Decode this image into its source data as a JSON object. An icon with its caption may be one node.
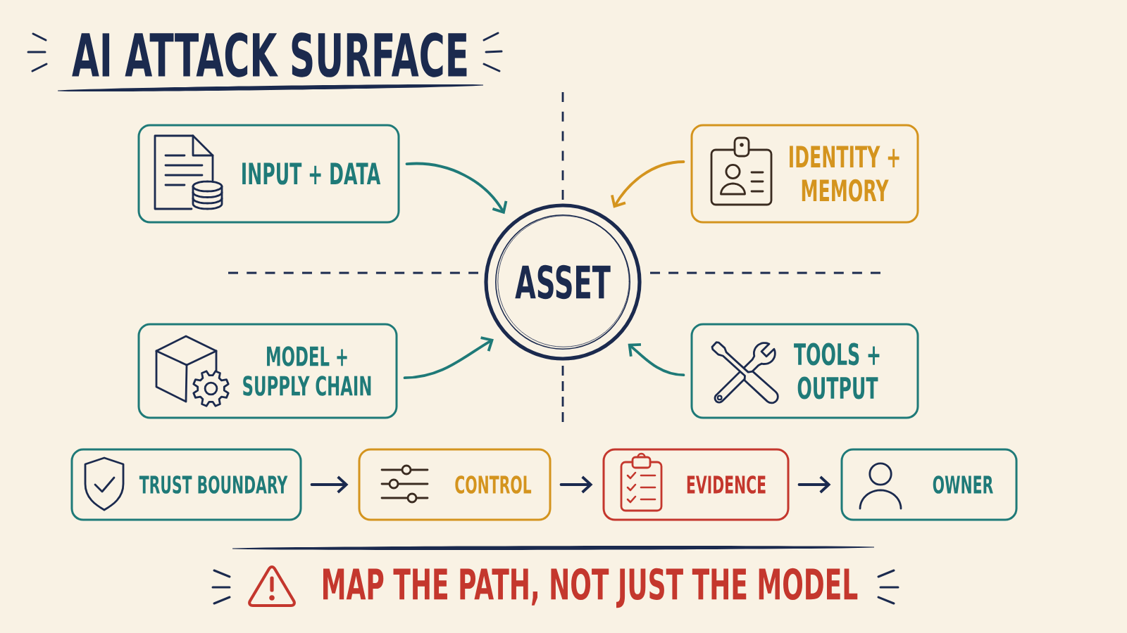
{
  "diagram": {
    "title": "AI ATTACK SURFACE",
    "caption": "MAP THE PATH, NOT JUST THE MODEL",
    "nodes": [
      {
        "text": [
          "INPUT + DATA"
        ]
      },
      {
        "text": [
          "IDENTITY + MEMORY"
        ]
      },
      {
        "text": [
          "ASSET"
        ]
      },
      {
        "text": [
          "MODEL + SUPPLY CHAIN"
        ]
      },
      {
        "text": [
          "TOOLS + OUTPUT"
        ]
      },
      {
        "text": [
          "TRUST BOUNDARY"
        ]
      },
      {
        "text": [
          "CONTROL"
        ]
      },
      {
        "text": [
          "EVIDENCE"
        ]
      },
      {
        "text": [
          "OWNER"
        ]
      }
    ],
    "edges": [
      {
        "from": 0,
        "to": 2,
        "arrow": "to"
      },
      {
        "from": 1,
        "to": 2,
        "arrow": "to",
        "color": "#d4941e"
      },
      {
        "from": 3,
        "to": 2,
        "arrow": "to"
      },
      {
        "from": 4,
        "to": 2,
        "arrow": "to"
      },
      {
        "from": 5,
        "to": 6,
        "arrow": "to",
        "color": "#1b2a4e"
      },
      {
        "from": 6,
        "to": 7,
        "arrow": "to",
        "color": "#1b2a4e"
      },
      {
        "from": 7,
        "to": 8,
        "arrow": "to",
        "color": "#1b2a4e"
      }
    ]
  }
}
